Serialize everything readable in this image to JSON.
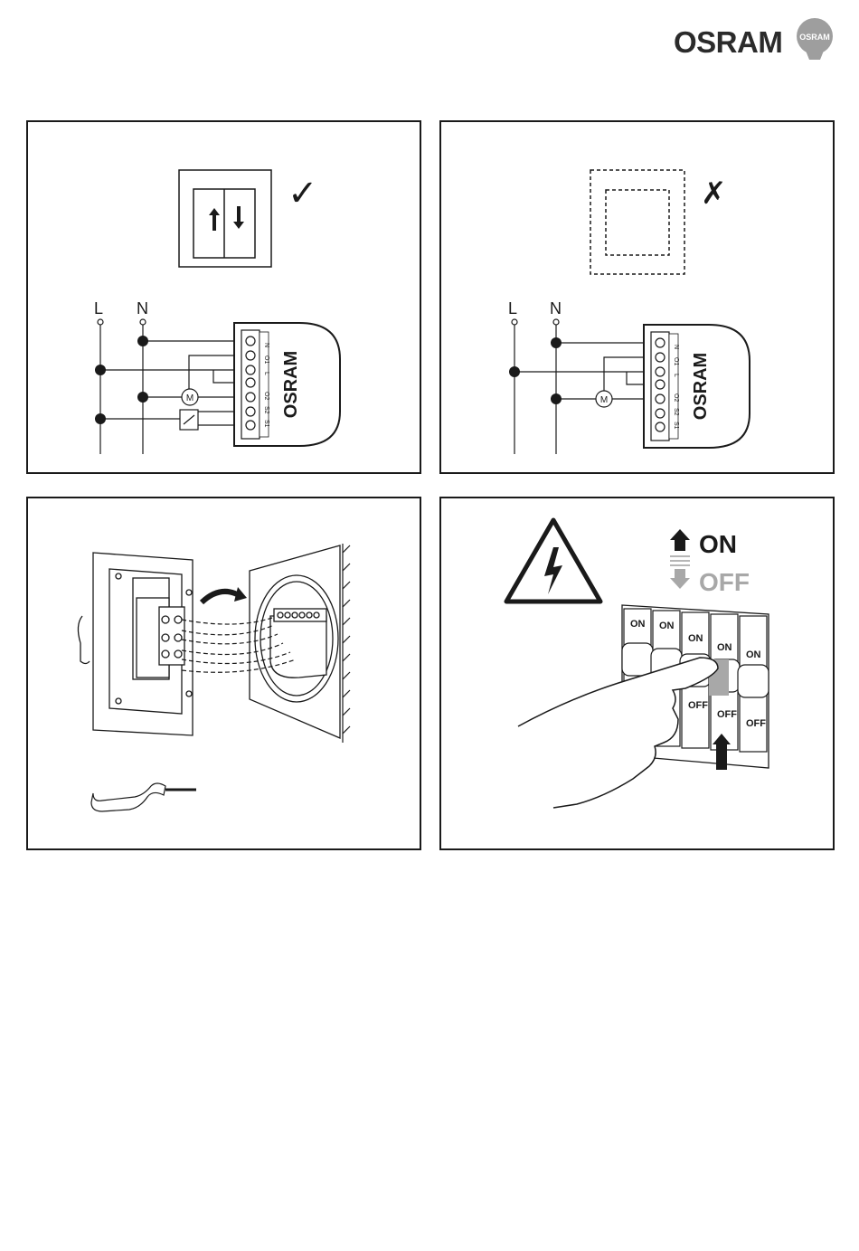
{
  "brand": {
    "name": "OSRAM",
    "badge": "OSRAM"
  },
  "panel1": {
    "mark": "✓",
    "line_label": "L",
    "neutral_label": "N",
    "motor_label": "M",
    "module_brand": "OSRAM",
    "terminals": [
      "N",
      "O1",
      "L",
      "O2",
      "S2",
      "S1"
    ]
  },
  "panel2": {
    "mark": "✗",
    "line_label": "L",
    "neutral_label": "N",
    "motor_label": "M",
    "module_brand": "OSRAM",
    "terminals": [
      "N",
      "O1",
      "L",
      "O2",
      "S2",
      "S1"
    ]
  },
  "panel4": {
    "on_label": "ON",
    "off_label": "OFF",
    "breaker_on": "ON",
    "breaker_off": "OFF"
  }
}
